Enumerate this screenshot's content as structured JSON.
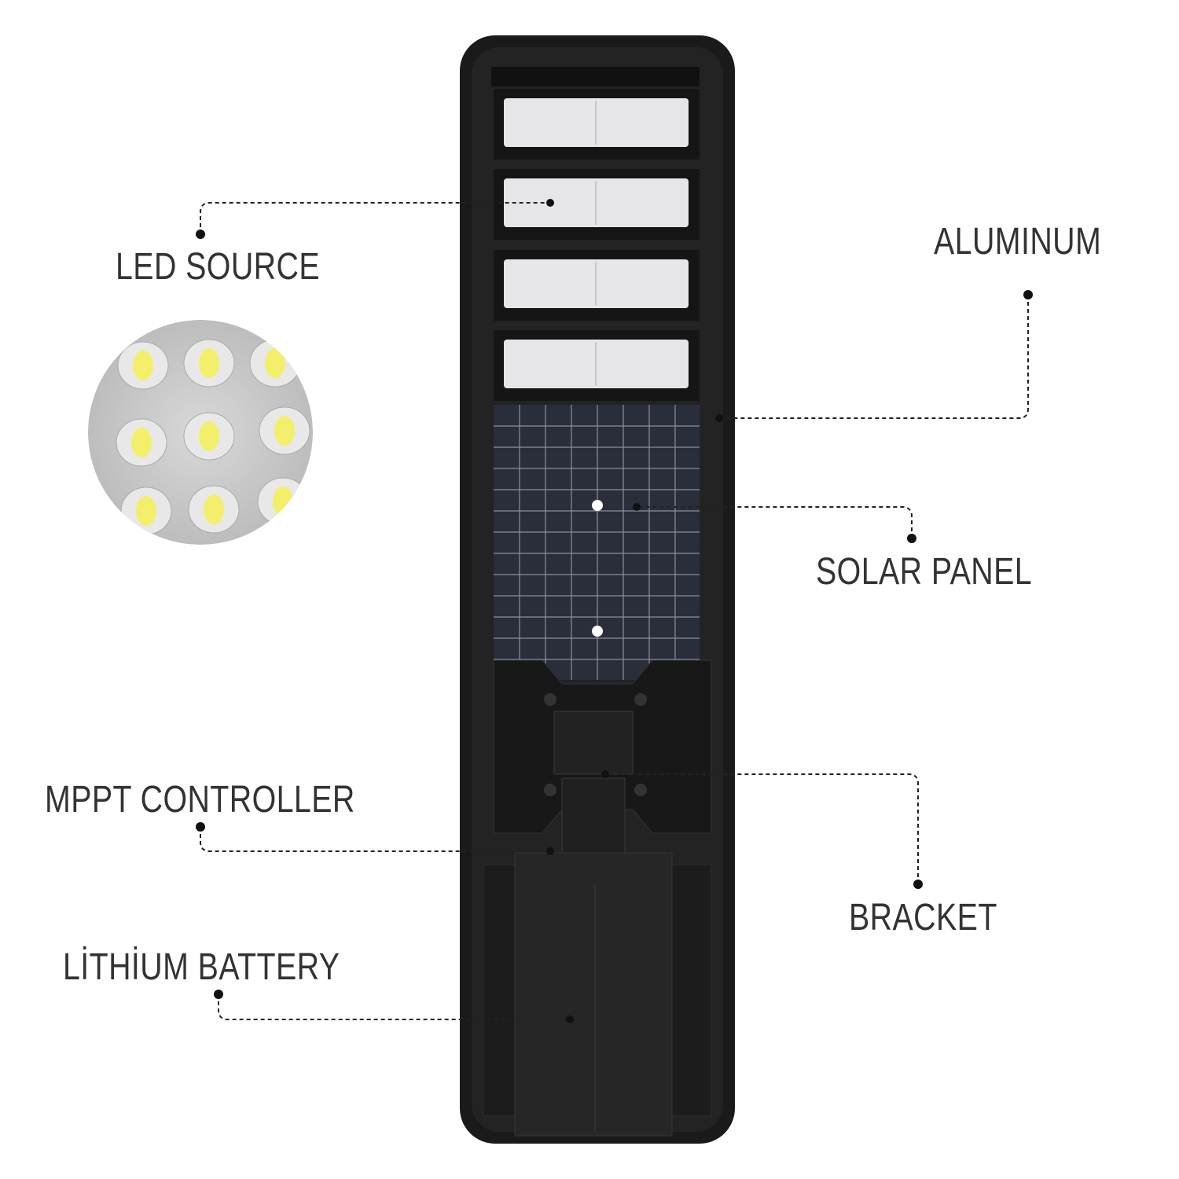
{
  "labels": {
    "led_source": "LED SOURCE",
    "aluminum": "ALUMINUM",
    "solar_panel": "SOLAR PANEL",
    "mppt_controller": "MPPT CONTROLLER",
    "bracket": "BRACKET",
    "lithium_battery": "LİTHİUM BATTERY"
  },
  "colors": {
    "housing": "#1c1c1c",
    "solar": "#2a2d3a",
    "led_module": "#e6e6e8",
    "led_chip": "#f3ef6a",
    "text": "#333333"
  }
}
